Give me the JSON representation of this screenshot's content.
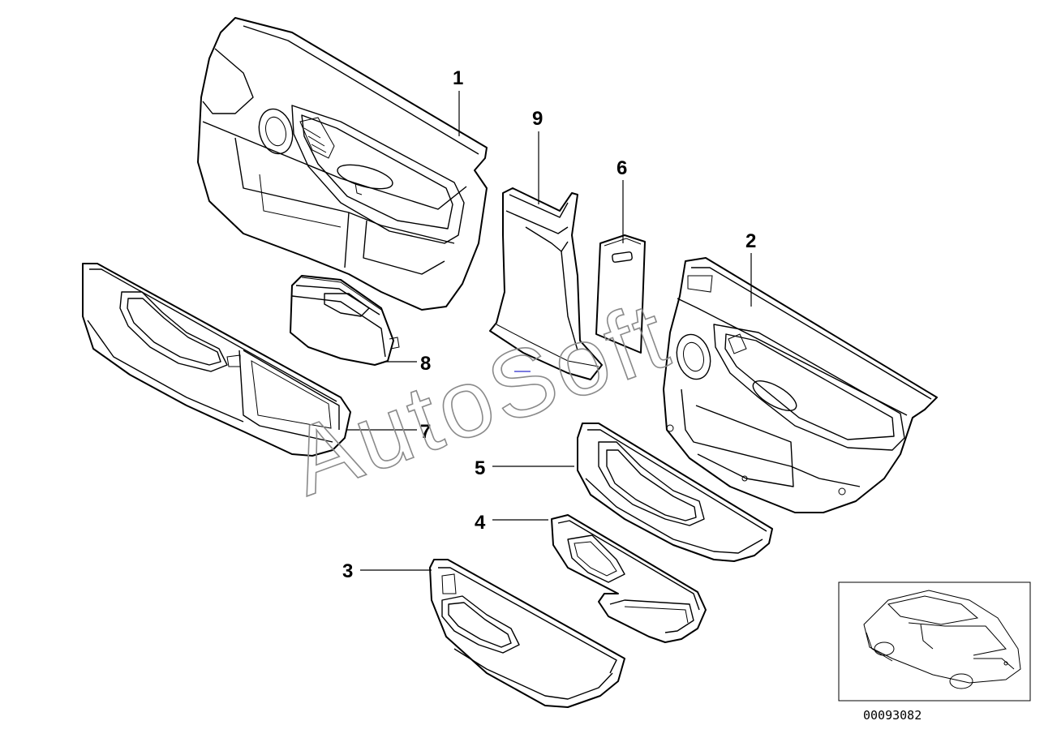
{
  "callouts": [
    "1",
    "2",
    "3",
    "4",
    "5",
    "6",
    "7",
    "8",
    "9"
  ],
  "watermark": "AutoSoft",
  "diagram_code": "00093082",
  "icons": {
    "inset": "car-silhouette-icon"
  }
}
